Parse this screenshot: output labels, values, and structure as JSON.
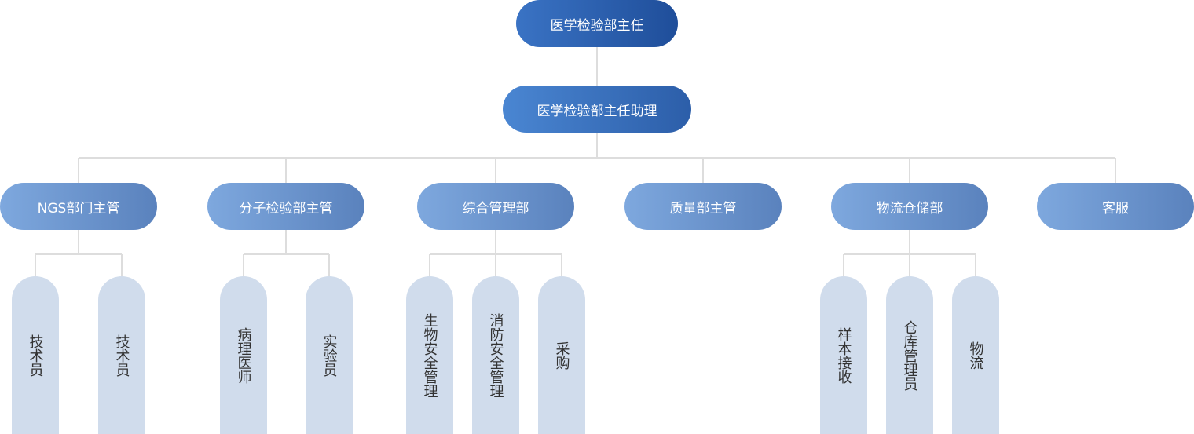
{
  "top": {
    "label": "医学检验部主任"
  },
  "assistant": {
    "label": "医学检验部主任助理"
  },
  "departments": [
    {
      "label": "NGS部门主管",
      "children": [
        "技术员",
        "技术员"
      ]
    },
    {
      "label": "分子检验部主管",
      "children": [
        "病理医师",
        "实验员"
      ]
    },
    {
      "label": "综合管理部",
      "children": [
        "生物安全管理",
        "消防安全管理",
        "采购"
      ]
    },
    {
      "label": "质量部主管",
      "children": []
    },
    {
      "label": "物流仓储部",
      "children": [
        "样本接收",
        "仓库管理员",
        "物流"
      ]
    },
    {
      "label": "客服",
      "children": []
    }
  ],
  "colors": {
    "connector": "#dddddd",
    "top": "#1f4e9a",
    "assistant": "#2c5ea9",
    "department": "#6a92cc",
    "leaf": "#d0dcec",
    "leaf_text": "#333333"
  }
}
